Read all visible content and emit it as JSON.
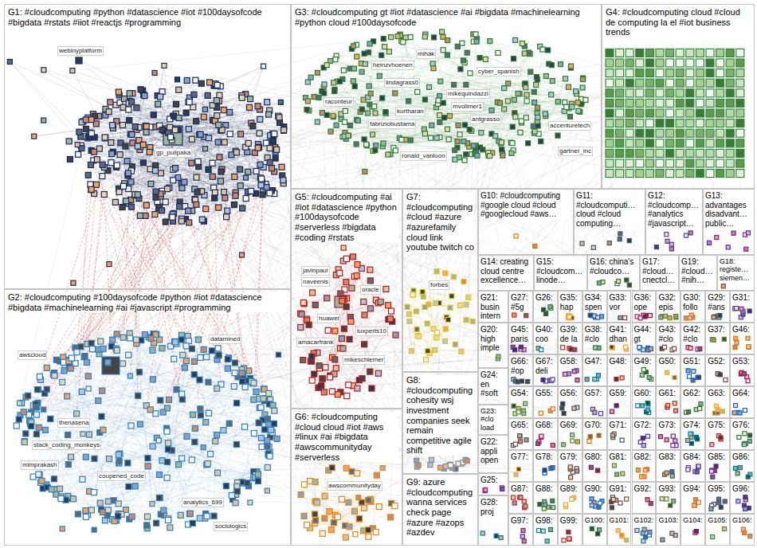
{
  "diagram": {
    "nodes": [
      {
        "text": [
          "G1: #cloudcomputing #python #datascience #iot #100daysofcode #bigdata #rstats #iiot #reactjs #programming"
        ]
      },
      {
        "text": [
          "G2: #cloudcomputing #100daysofcode #python #iot #datascience #bigdata #machinelearning #ai #javascript #programming"
        ]
      },
      {
        "text": [
          "G3: #cloudcomputing gt #iot #datascience #ai #bigdata #machinelearning #python cloud #100daysofcode"
        ]
      },
      {
        "text": [
          "G4: #cloudcomputing cloud #cloud de computing la el #iot business trends"
        ]
      },
      {
        "text": [
          "G5: #cloudcomputing #ai #iot #datascience #python #100daysofcode #serverless #bigdata #coding #rstats"
        ]
      },
      {
        "text": [
          "G6: #cloudcomputing #cloud cloud #iot #aws #linux #ai #bigdata #awscommunityday #serverless"
        ]
      },
      {
        "text": [
          "G7: #cloudcomputing #cloud #azure #azurefamily cloud link youtube twitch co"
        ]
      },
      {
        "text": [
          "G8: #cloudcomputing cohesity wsj investment companies seek remain competitive agile shift"
        ]
      },
      {
        "text": [
          "G9: azure #cloudcomputing wanna services check page #azure #azops #azdev"
        ]
      },
      {
        "text": [
          "G10: #cloudcomputing #google cloud #cloud #googlecloud #aws…"
        ]
      },
      {
        "text": [
          "G11: #cloudcomputi… cloud #cloud computing…"
        ]
      },
      {
        "text": [
          "G12: #cloudcomp… #analytics #javascript…"
        ]
      },
      {
        "text": [
          "G13: advantages disadvant… public…"
        ]
      },
      {
        "text": [
          "G14: creating cloud centre excellence…"
        ]
      },
      {
        "text": [
          "G15: #cloudcom… linode…"
        ]
      },
      {
        "text": [
          "G16: china's #cloudco…"
        ]
      },
      {
        "text": [
          "G17: #cloud… cnectcl…"
        ]
      },
      {
        "text": [
          "G19: #cloud… #nih…"
        ]
      },
      {
        "text": [
          "G18: registe… siemen…"
        ]
      },
      {
        "text": [
          "G21: busin intern"
        ]
      },
      {
        "text": [
          "G20: high imple"
        ]
      },
      {
        "text": [
          "G24: en #soft"
        ]
      },
      {
        "text": [
          "G23: #clo load"
        ]
      },
      {
        "text": [
          "G22: appli open"
        ]
      },
      {
        "text": [
          "G25:"
        ]
      },
      {
        "text": [
          "G28: proj"
        ]
      },
      {
        "text": [
          "G27: #5g"
        ]
      },
      {
        "text": [
          "G26:"
        ]
      },
      {
        "text": [
          "G35: hap"
        ]
      },
      {
        "text": [
          "G34: spen"
        ]
      },
      {
        "text": [
          "G33: vor"
        ]
      },
      {
        "text": [
          "G36: ope"
        ]
      },
      {
        "text": [
          "G32: epis"
        ]
      },
      {
        "text": [
          "G30: follo"
        ]
      },
      {
        "text": [
          "G29: #ans"
        ]
      },
      {
        "text": [
          "G31:"
        ]
      },
      {
        "text": [
          "G45: paris"
        ]
      },
      {
        "text": [
          "G40: coo"
        ]
      },
      {
        "text": [
          "G39: de la"
        ]
      },
      {
        "text": [
          "G38: #clo"
        ]
      },
      {
        "text": [
          "G41: dhan"
        ]
      },
      {
        "text": [
          "G44: gt"
        ]
      },
      {
        "text": [
          "G43: #clo"
        ]
      },
      {
        "text": [
          "G42: #clo"
        ]
      },
      {
        "text": [
          "G37:"
        ]
      },
      {
        "text": [
          "G46:"
        ]
      },
      {
        "text": [
          "G66: #op"
        ]
      },
      {
        "text": [
          "G67: deli"
        ]
      },
      {
        "text": [
          "G58:"
        ]
      },
      {
        "text": [
          "G47:"
        ]
      },
      {
        "text": [
          "G48:"
        ]
      },
      {
        "text": [
          "G49:"
        ]
      },
      {
        "text": [
          "G50:"
        ]
      },
      {
        "text": [
          "G51:"
        ]
      },
      {
        "text": [
          "G52:"
        ]
      },
      {
        "text": [
          "G53:"
        ]
      },
      {
        "text": [
          "G54:"
        ]
      },
      {
        "text": [
          "G55:"
        ]
      },
      {
        "text": [
          "G56:"
        ]
      },
      {
        "text": [
          "G57:"
        ]
      },
      {
        "text": [
          "G59:"
        ]
      },
      {
        "text": [
          "G60:"
        ]
      },
      {
        "text": [
          "G61:"
        ]
      },
      {
        "text": [
          "G62:"
        ]
      },
      {
        "text": [
          "G63:"
        ]
      },
      {
        "text": [
          "G64:"
        ]
      },
      {
        "text": [
          "G65:"
        ]
      },
      {
        "text": [
          "G68:"
        ]
      },
      {
        "text": [
          "G69:"
        ]
      },
      {
        "text": [
          "G70:"
        ]
      },
      {
        "text": [
          "G71:"
        ]
      },
      {
        "text": [
          "G72:"
        ]
      },
      {
        "text": [
          "G73:"
        ]
      },
      {
        "text": [
          "G74:"
        ]
      },
      {
        "text": [
          "G75:"
        ]
      },
      {
        "text": [
          "G76:"
        ]
      },
      {
        "text": [
          "G77:"
        ]
      },
      {
        "text": [
          "G78:"
        ]
      },
      {
        "text": [
          "G79:"
        ]
      },
      {
        "text": [
          "G80:"
        ]
      },
      {
        "text": [
          "G81:"
        ]
      },
      {
        "text": [
          "G82:"
        ]
      },
      {
        "text": [
          "G83:"
        ]
      },
      {
        "text": [
          "G84:"
        ]
      },
      {
        "text": [
          "G85:"
        ]
      },
      {
        "text": [
          "G86:"
        ]
      },
      {
        "text": [
          "G87:"
        ]
      },
      {
        "text": [
          "G88:"
        ]
      },
      {
        "text": [
          "G89:"
        ]
      },
      {
        "text": [
          "G90:"
        ]
      },
      {
        "text": [
          "G91:"
        ]
      },
      {
        "text": [
          "G92:"
        ]
      },
      {
        "text": [
          "G93:"
        ]
      },
      {
        "text": [
          "G94:"
        ]
      },
      {
        "text": [
          "G95:"
        ]
      },
      {
        "text": [
          "G96:"
        ]
      },
      {
        "text": [
          "G97:"
        ]
      },
      {
        "text": [
          "G98:"
        ]
      },
      {
        "text": [
          "G99:"
        ]
      },
      {
        "text": [
          "G100:"
        ]
      },
      {
        "text": [
          "G101:"
        ]
      },
      {
        "text": [
          "G102:"
        ]
      },
      {
        "text": [
          "G103:"
        ]
      },
      {
        "text": [
          "G104:"
        ]
      },
      {
        "text": [
          "G105:"
        ]
      },
      {
        "text": [
          "G106:"
        ]
      }
    ],
    "labels": [
      "webinyplatform",
      "gp_pulipaka",
      "heinzvhoenen",
      "mihak",
      "lindagrass0",
      "raconteur",
      "kurtharan",
      "fabriziobustama",
      "cyber_spanish",
      "mikequindazzi",
      "mvollmer1",
      "antgrasso",
      "ronald_vanloon",
      "accenturetech",
      "gartner_inc",
      "javinpaul",
      "naveenis",
      "oracle",
      "huawei",
      "luxperts10",
      "amacarfrank",
      "mikeschiemer",
      "awscommunityday",
      "forbes",
      "datamined",
      "awscloud",
      "thenasena",
      "stack_coding_monkeys",
      "mimprakash",
      "coupened_code",
      "analytics_699",
      "sociologics"
    ]
  }
}
